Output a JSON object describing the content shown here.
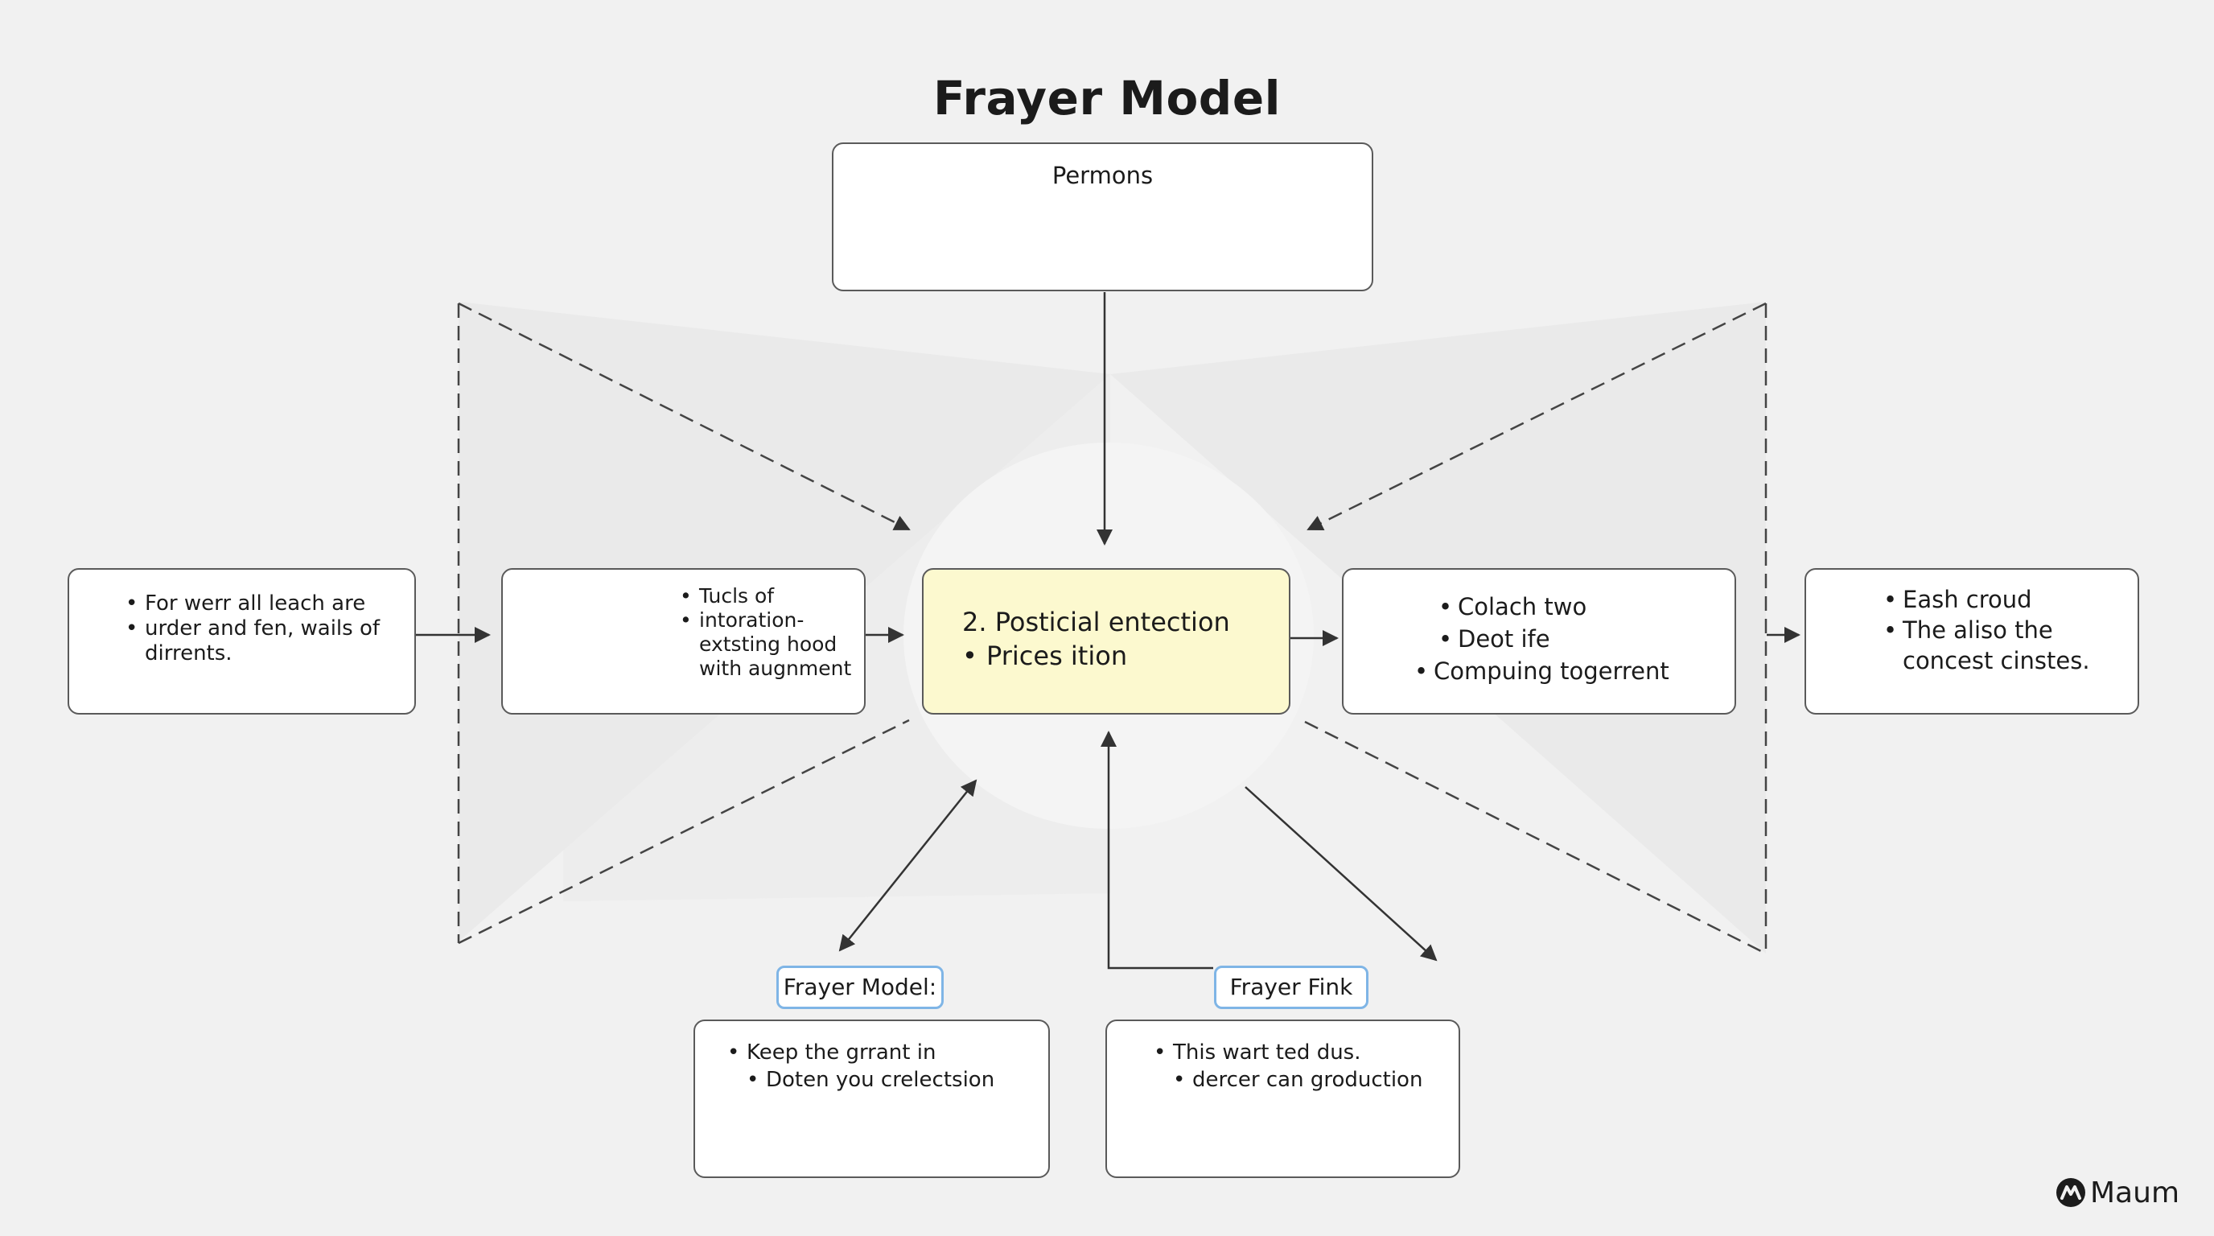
{
  "title": "Frayer Model",
  "top_box": {
    "label": "Permons"
  },
  "boxes": {
    "left": {
      "items": [
        "For werr all leach are",
        "urder and fen, wails of dirrents."
      ]
    },
    "left2": {
      "items": [
        "Tucls of",
        "intoration- extsting hood with augnment"
      ]
    },
    "center": {
      "lines": [
        "2. Posticial entection",
        "Prices ition"
      ]
    },
    "right1": {
      "items": [
        "Colach two",
        "Deot ife",
        "Compuing togerrent"
      ]
    },
    "right2": {
      "items": [
        "Eash croud",
        "The aliso the concest cinstes."
      ]
    }
  },
  "bottom_left": {
    "label": "Frayer Model:",
    "items": [
      "Keep the grrant in",
      "Doten you crelectsion"
    ]
  },
  "bottom_right": {
    "label": "Frayer Fink",
    "items": [
      "This wart ted dus.",
      "dercer can groduction"
    ]
  },
  "logo": {
    "text": "Maum",
    "icon": "maum-logo-icon"
  },
  "colors": {
    "background": "#f1f1f1",
    "center_fill": "#fcf9cf",
    "pill_border": "#7fb5e6",
    "line": "#333333"
  }
}
